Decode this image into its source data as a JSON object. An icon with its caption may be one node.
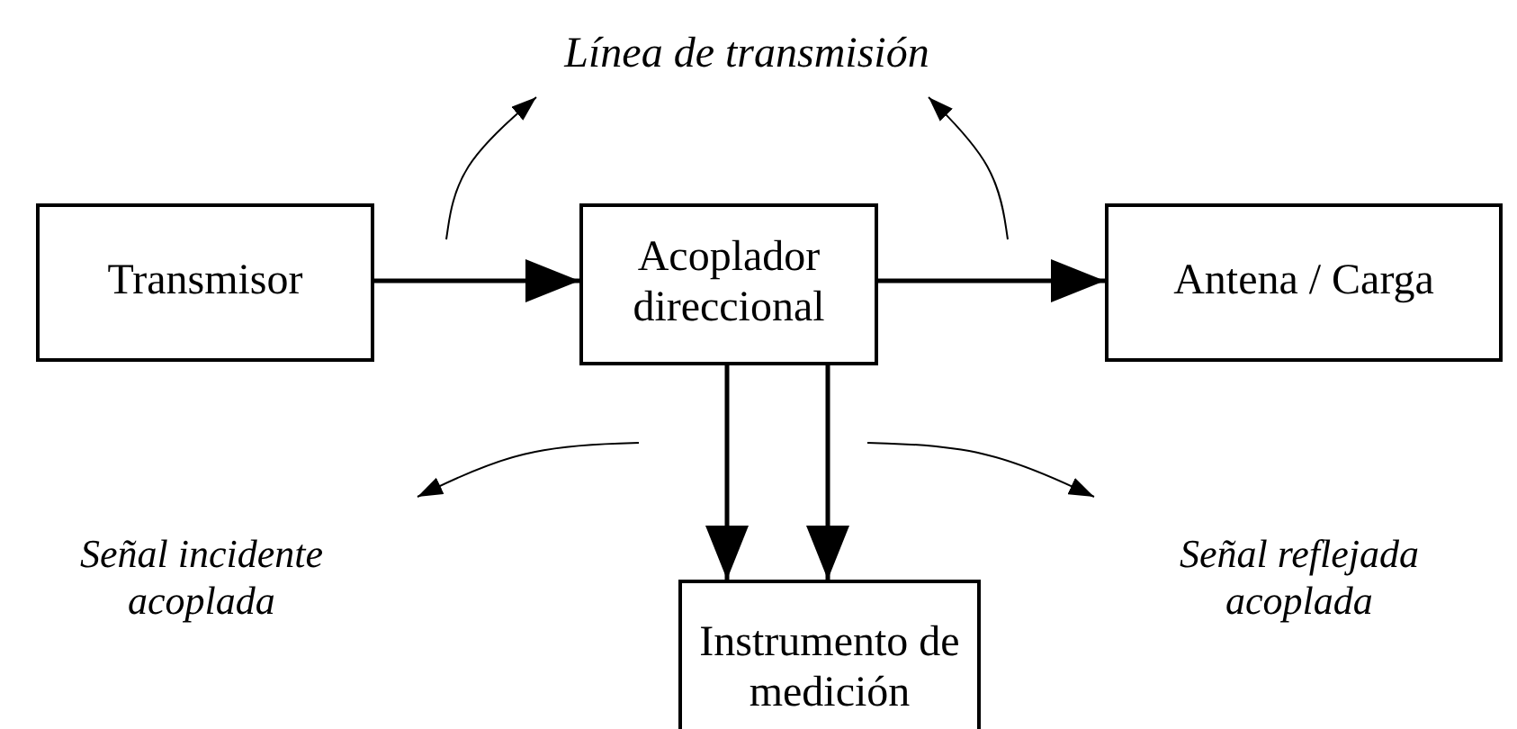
{
  "diagram": {
    "nodes": [
      {
        "text": [
          "Transmisor"
        ]
      },
      {
        "text": [
          "Acoplador direccional"
        ]
      },
      {
        "text": [
          "Antena / Carga"
        ]
      },
      {
        "text": [
          "Instrumento de medición"
        ]
      },
      {
        "text": [
          "Línea de transmisión"
        ]
      },
      {
        "text": [
          "Señal incidente acoplada"
        ]
      },
      {
        "text": [
          "Señal reflejada acoplada"
        ]
      }
    ],
    "edges": [
      {
        "from": 0,
        "to": 1,
        "arrow": "to",
        "style": "thick"
      },
      {
        "from": 1,
        "to": 2,
        "arrow": "to",
        "style": "thick"
      },
      {
        "from": 1,
        "to": 3,
        "arrow": "to",
        "style": "thick"
      },
      {
        "from": 1,
        "to": 3,
        "arrow": "to",
        "style": "thick"
      },
      {
        "from": null,
        "to": 4,
        "arrow": "to"
      },
      {
        "from": null,
        "to": 4,
        "arrow": "to"
      },
      {
        "from": null,
        "to": 5,
        "arrow": "to"
      },
      {
        "from": null,
        "to": 6,
        "arrow": "to"
      }
    ]
  }
}
